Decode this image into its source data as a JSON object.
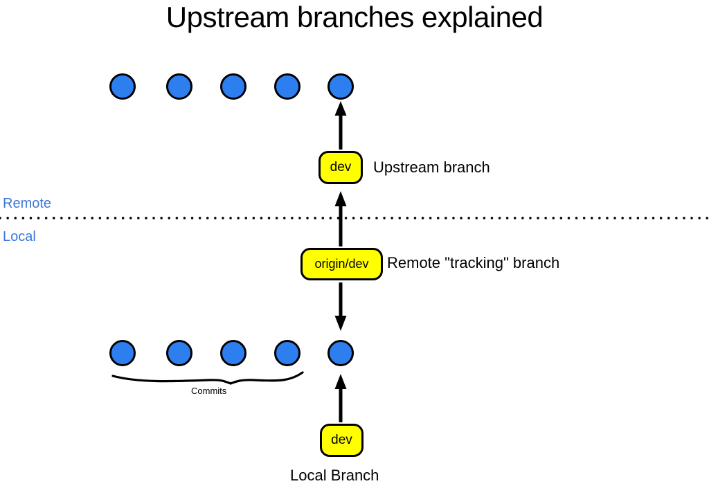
{
  "title": "Upstream branches explained",
  "colors": {
    "commit_fill": "#2d7ff0",
    "commit_stroke": "#000000",
    "tag_fill": "#ffff00",
    "tag_stroke": "#000000",
    "zone_label": "#3c78d8",
    "background": "#ffffff",
    "arrow": "#000000"
  },
  "zones": {
    "remote": "Remote",
    "local": "Local",
    "divider_style": "dotted"
  },
  "remote_row": {
    "name": "remote-commit-row",
    "commit_count": 5,
    "commits": [
      {
        "id": "remote-commit-1"
      },
      {
        "id": "remote-commit-2"
      },
      {
        "id": "remote-commit-3"
      },
      {
        "id": "remote-commit-4"
      },
      {
        "id": "remote-commit-5"
      }
    ]
  },
  "local_row": {
    "name": "local-commit-row",
    "commit_count": 5,
    "commits": [
      {
        "id": "local-commit-1"
      },
      {
        "id": "local-commit-2"
      },
      {
        "id": "local-commit-3"
      },
      {
        "id": "local-commit-4"
      },
      {
        "id": "local-commit-5"
      }
    ],
    "brace_label": "Commits"
  },
  "tags": {
    "upstream_dev": "dev",
    "origin_dev": "origin/dev",
    "local_dev": "dev"
  },
  "labels": {
    "upstream_branch": "Upstream branch",
    "tracking_branch": "Remote \"tracking\" branch",
    "local_branch": "Local Branch"
  },
  "arrows": [
    {
      "name": "arrow-upstream-dev-to-remote-tip",
      "from": "tag-upstream-dev",
      "to": "remote-commit-5",
      "direction": "up"
    },
    {
      "name": "arrow-origin-dev-to-upstream-dev",
      "from": "tag-origin-dev",
      "to": "tag-upstream-dev",
      "direction": "up"
    },
    {
      "name": "arrow-origin-dev-to-local-tip",
      "from": "tag-origin-dev",
      "to": "local-commit-5",
      "direction": "down"
    },
    {
      "name": "arrow-local-dev-to-local-tip",
      "from": "tag-local-dev",
      "to": "local-commit-5",
      "direction": "up"
    }
  ]
}
